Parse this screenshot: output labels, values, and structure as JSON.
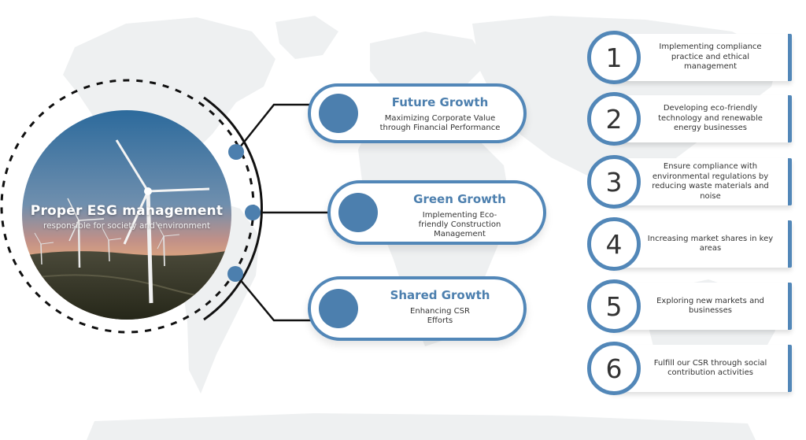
{
  "colors": {
    "accent": "#5287b8",
    "accent_dark": "#4c7fae",
    "map": "#eef0f1",
    "text": "#333333"
  },
  "hero": {
    "title": "Proper ESG management",
    "subtitle": "responsible for society and environment",
    "image": "wind-turbines-sunset"
  },
  "growth": [
    {
      "title": "Future Growth",
      "description": "Maximizing Corporate Value through Financial Performance"
    },
    {
      "title": "Green Growth",
      "description": "Implementing Eco-friendly Construction Management"
    },
    {
      "title": "Shared Growth",
      "description": "Enhancing CSR Efforts"
    }
  ],
  "steps": [
    {
      "number": "1",
      "text": "Implementing compliance practice and ethical management"
    },
    {
      "number": "2",
      "text": "Developing eco-friendly technology and renewable energy businesses"
    },
    {
      "number": "3",
      "text": "Ensure compliance with environmental regulations by reducing waste materials and noise"
    },
    {
      "number": "4",
      "text": "Increasing market shares in key areas"
    },
    {
      "number": "5",
      "text": "Exploring new markets and businesses"
    },
    {
      "number": "6",
      "text": "Fulfill our CSR through social contribution activities"
    }
  ]
}
